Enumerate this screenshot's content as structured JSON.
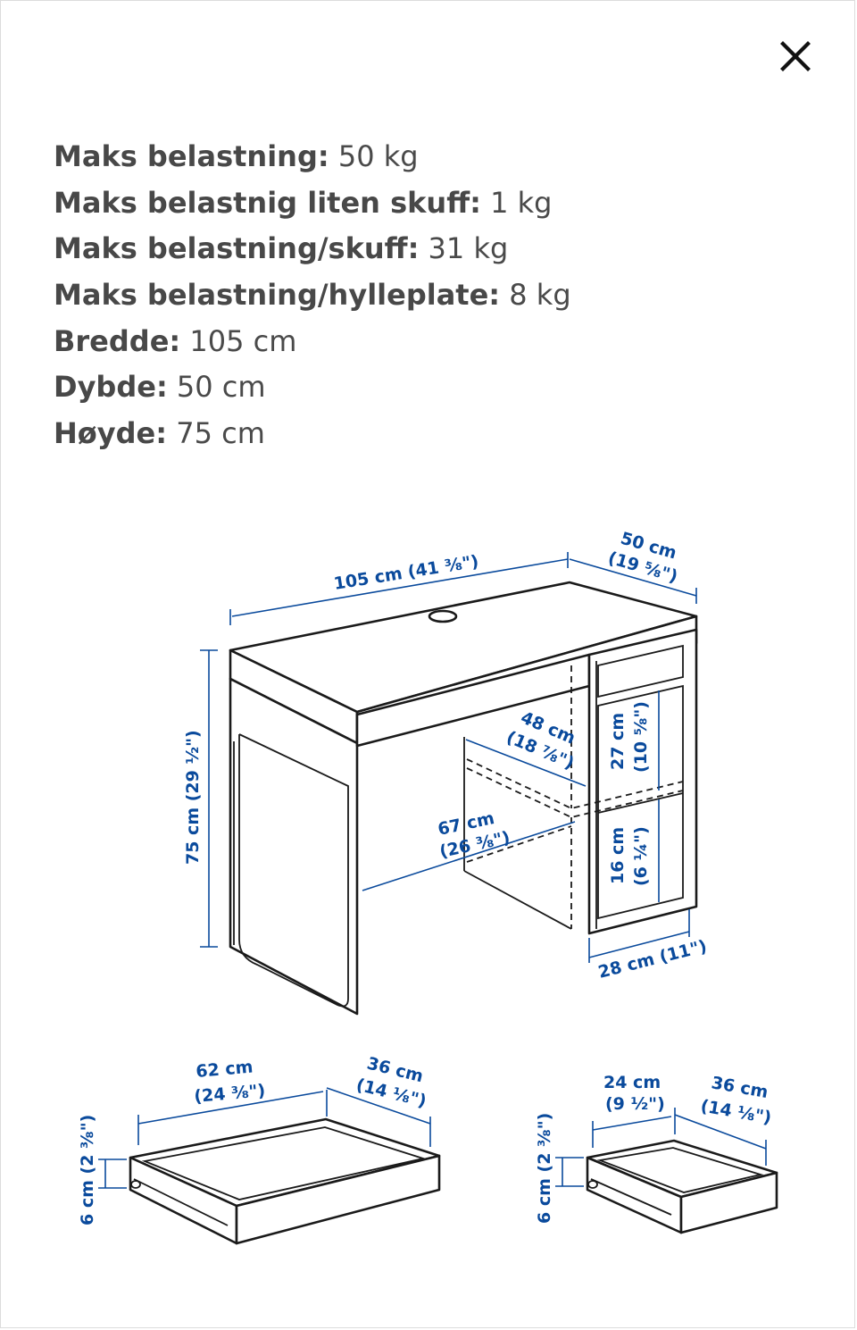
{
  "close_icon": "close-icon",
  "specs": [
    {
      "label": "Maks belastning:",
      "value": "50 kg"
    },
    {
      "label": "Maks belastnig liten skuff:",
      "value": "1 kg"
    },
    {
      "label": "Maks belastning/skuff:",
      "value": "31 kg"
    },
    {
      "label": "Maks belastning/hylleplate:",
      "value": "8 kg"
    },
    {
      "label": "Bredde:",
      "value": "105 cm"
    },
    {
      "label": "Dybde:",
      "value": "50 cm"
    },
    {
      "label": "Høyde:",
      "value": "75 cm"
    }
  ],
  "diagram": {
    "desk_width": "105 cm (41 ⅜\")",
    "desk_depth_cm": "50 cm",
    "desk_depth_in": "(19 ⅝\")",
    "desk_height": "75 cm (29 ½\")",
    "shelf_depth_cm": "48 cm",
    "shelf_depth_in": "(18 ⅞\")",
    "legroom_width_cm": "67 cm",
    "legroom_width_in": "(26 ⅜\")",
    "upper_compartment_cm": "27 cm",
    "upper_compartment_in": "(10 ⅝\")",
    "lower_compartment_cm": "16 cm",
    "lower_compartment_in": "(6 ¼\")",
    "cabinet_width": "28 cm (11\")",
    "large_drawer": {
      "width_cm": "62 cm",
      "width_in": "(24 ⅜\")",
      "depth_cm": "36 cm",
      "depth_in": "(14 ⅛\")",
      "height": "6 cm (2 ⅜\")"
    },
    "small_drawer": {
      "width_cm": "24 cm",
      "width_in": "(9 ½\")",
      "depth_cm": "36 cm",
      "depth_in": "(14 ⅛\")",
      "height": "6 cm (2 ⅜\")"
    }
  }
}
